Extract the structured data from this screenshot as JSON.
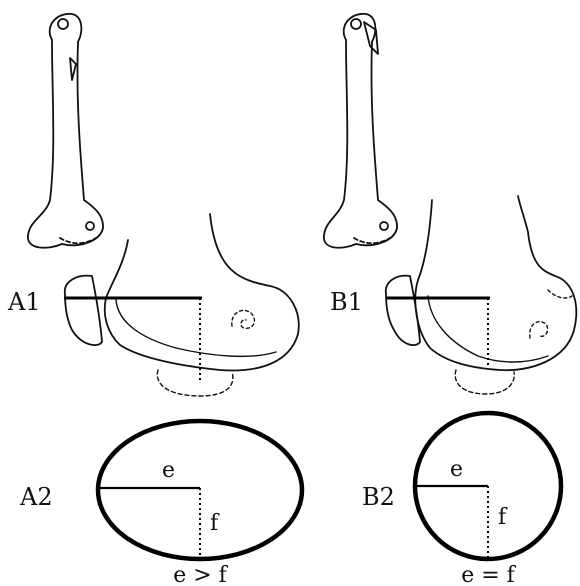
{
  "panels": {
    "a1": {
      "label": "A1"
    },
    "a2": {
      "label": "A2",
      "radius_label": "e",
      "axis_label": "f",
      "relation": "e > f"
    },
    "b1": {
      "label": "B1"
    },
    "b2": {
      "label": "B2",
      "radius_label": "e",
      "axis_label": "f",
      "relation": "e = f"
    }
  }
}
